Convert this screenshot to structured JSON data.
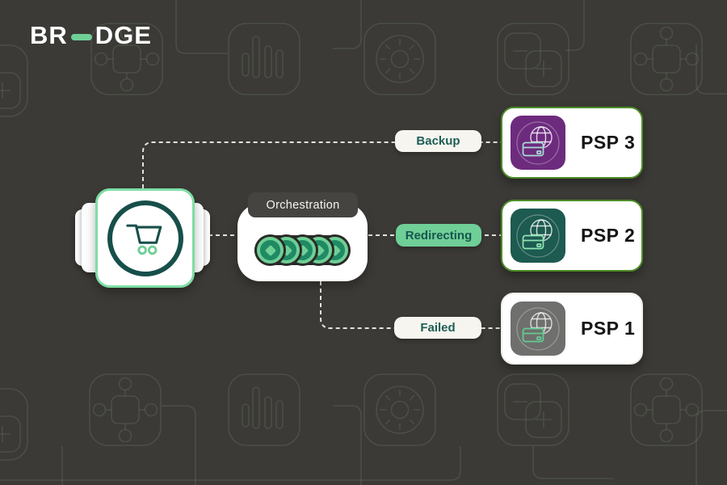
{
  "logo": {
    "part1": "BR",
    "part2": "DGE",
    "dash_color": "#6fcf97"
  },
  "merchant": {
    "icon": "shopping-cart",
    "stacked_cards": 4
  },
  "orchestration": {
    "label": "Orchestration",
    "coin_count": 5
  },
  "routes": [
    {
      "label": "Backup",
      "pill_style": "neutral",
      "psp_name": "PSP 3",
      "psp_icon": "globe-card",
      "psp_icon_color": "#6d2b7e",
      "psp_border": "green"
    },
    {
      "label": "Redirecting",
      "pill_style": "green",
      "psp_name": "PSP 2",
      "psp_icon": "globe-card",
      "psp_icon_color": "#1d5a50",
      "psp_border": "green"
    },
    {
      "label": "Failed",
      "pill_style": "neutral",
      "psp_name": "PSP 1",
      "psp_icon": "globe-card",
      "psp_icon_color": "#6f6f6d",
      "psp_border": "plain"
    }
  ],
  "colors": {
    "background": "#3b3a36",
    "accent_green": "#6fcf97",
    "dark_teal": "#174f4a",
    "psp_border_green": "#4c8c27",
    "pill_neutral_bg": "#f6f5ef",
    "dashed_line": "#e3e3e0"
  },
  "background_icons": [
    "network",
    "bar-chart",
    "gauge",
    "plus-minus",
    "network"
  ]
}
